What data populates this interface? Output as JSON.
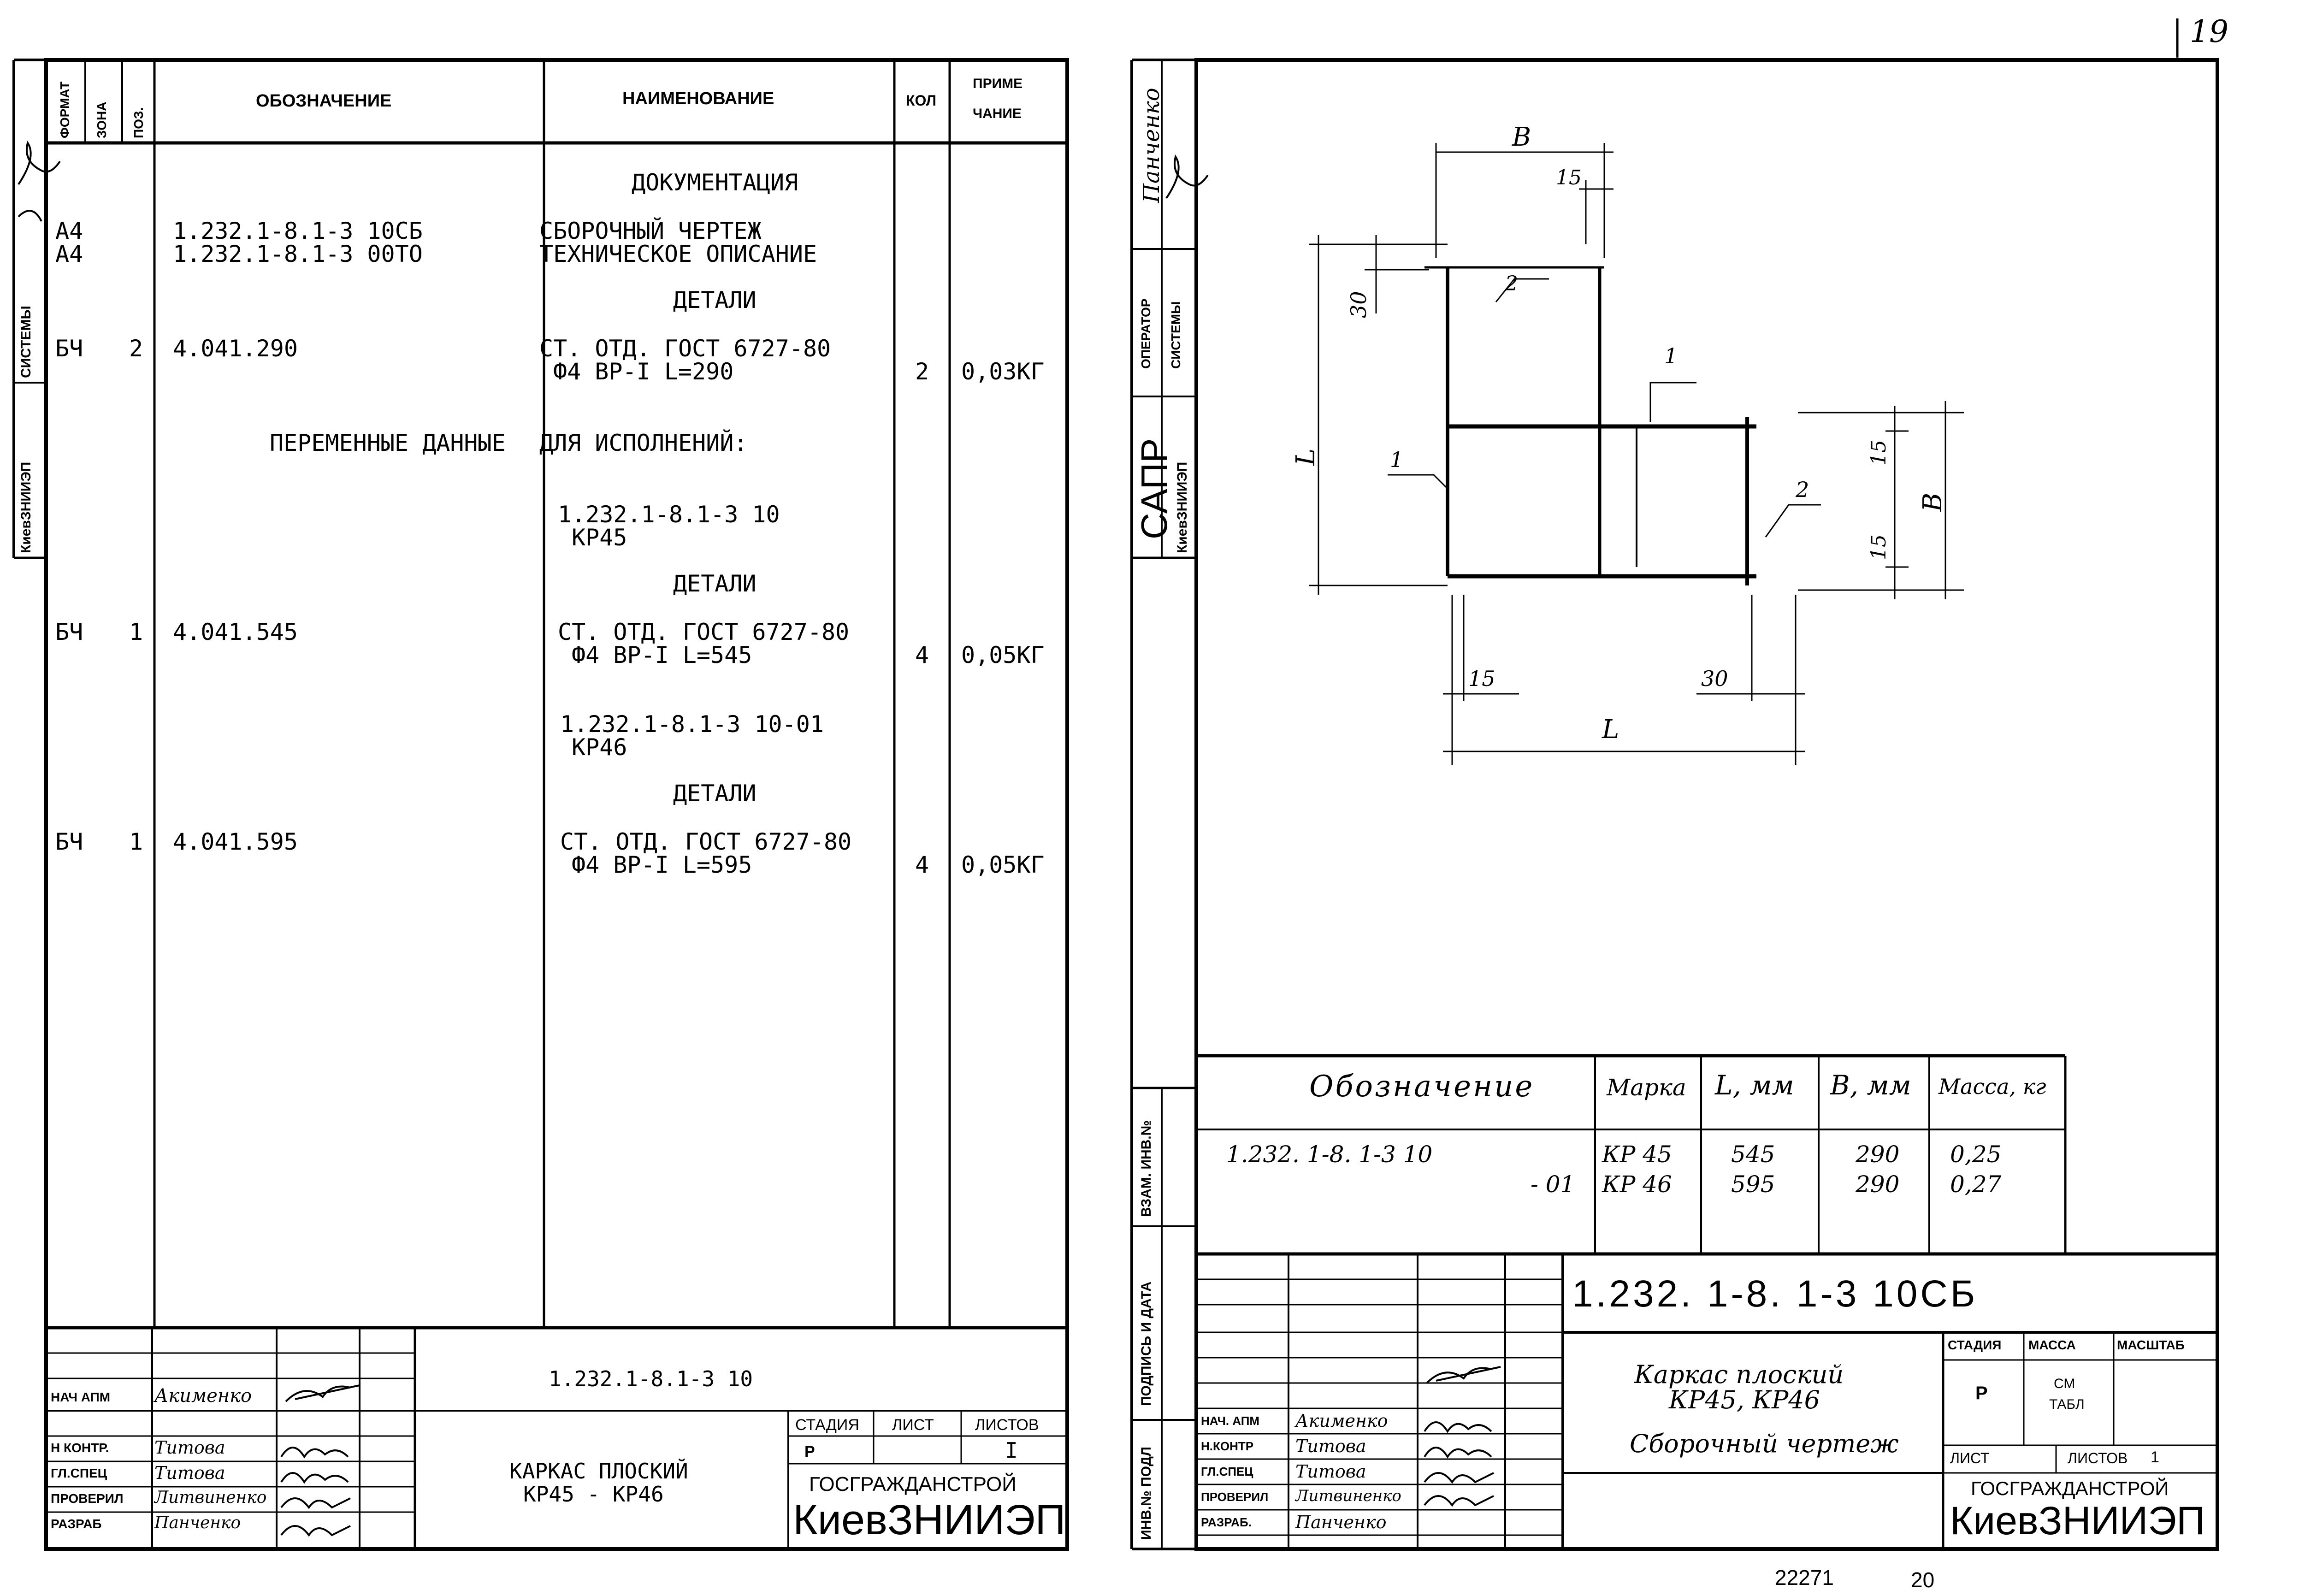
{
  "page_number_top": "19",
  "left_sheet": {
    "side_labels": {
      "system": "СИСТЕМЫ",
      "org": "КиевЗНИИЭП"
    },
    "headers": {
      "format": "ФОРМАТ",
      "zone": "ЗОНА",
      "pos": "ПОЗ.",
      "designation": "ОБОЗНАЧЕНИЕ",
      "name": "НАИМЕНОВАНИЕ",
      "qty": "КОЛ",
      "note_1": "ПРИМЕ",
      "note_2": "ЧАНИЕ"
    },
    "rows": [
      {
        "name": "ДОКУМЕНТАЦИЯ"
      },
      {
        "format": "А4",
        "designation": "1.232.1-8.1-3 10СБ",
        "name": "СБОРОЧНЫЙ ЧЕРТЕЖ"
      },
      {
        "format": "А4",
        "designation": "1.232.1-8.1-3 00ТО",
        "name": "ТЕХНИЧЕСКОЕ ОПИСАНИЕ"
      },
      {
        "name": "ДЕТАЛИ"
      },
      {
        "format": "БЧ",
        "pos": "2",
        "designation": "4.041.290",
        "name": "СТ. ОТД. ГОСТ 6727-80",
        "name2": "Ф4 ВР-I L=290",
        "qty": "2",
        "note": "0,03КГ"
      },
      {
        "designation": "ПЕРЕМЕННЫЕ ДАННЫЕ",
        "name": "ДЛЯ ИСПОЛНЕНИЙ:"
      },
      {
        "name": "1.232.1-8.1-3 10",
        "name2": "КР45"
      },
      {
        "name": "ДЕТАЛИ"
      },
      {
        "format": "БЧ",
        "pos": "1",
        "designation": "4.041.545",
        "name": "СТ. ОТД. ГОСТ 6727-80",
        "name2": "Ф4 ВР-I L=545",
        "qty": "4",
        "note": "0,05КГ"
      },
      {
        "name": "1.232.1-8.1-3 10-01",
        "name2": "КР46"
      },
      {
        "name": "ДЕТАЛИ"
      },
      {
        "format": "БЧ",
        "pos": "1",
        "designation": "4.041.595",
        "name": "СТ. ОТД. ГОСТ 6727-80",
        "name2": "Ф4 ВР-I L=595",
        "qty": "4",
        "note": "0,05КГ"
      }
    ],
    "stamp": {
      "code": "1.232.1-8.1-3 10",
      "title_1": "КАРКАС ПЛОСКИЙ",
      "title_2": "КР45 - КР46",
      "stage_label": "СТАДИЯ",
      "sheet_label": "ЛИСТ",
      "sheets_label": "ЛИСТОВ",
      "stage": "Р",
      "sheets": "I",
      "org_1": "ГОСГРАЖДАНСТРОЙ",
      "org_2": "КиевЗНИИЭП",
      "people": [
        {
          "role": "НАЧ АПМ",
          "name": "Акименко"
        },
        {
          "role": "Н КОНТР.",
          "name": "Титова"
        },
        {
          "role": "ГЛ.СПЕЦ",
          "name": "Титова"
        },
        {
          "role": "ПРОВЕРИЛ",
          "name": "Литвиненко"
        },
        {
          "role": "РАЗРАБ",
          "name": "Панченко"
        }
      ]
    }
  },
  "right_sheet": {
    "side_labels": {
      "person": "Панченко",
      "operator": "ОПЕРАТОР",
      "system": "СИСТЕМЫ",
      "sapr": "САПР",
      "org": "КиевЗНИИЭП",
      "inv_replace": "ВЗАМ. ИНВ.№",
      "sign_date": "ПОДПИСЬ И ДАТА",
      "inv_orig": "ИНВ.№ ПОДЛ"
    },
    "drawing": {
      "dim_b": "В",
      "dim_l": "L",
      "d15": "15",
      "d30": "30",
      "pos1": "1",
      "pos2": "2"
    },
    "table": {
      "headers": {
        "designation": "Обозначение",
        "mark": "Марка",
        "l": "L, мм",
        "b": "В, мм",
        "mass": "Масса, кг"
      },
      "designation_1": "1.232. 1-8. 1-3 10",
      "designation_2": "- 01",
      "rows": [
        {
          "mark": "КР 45",
          "l": "545",
          "b": "290",
          "mass": "0,25"
        },
        {
          "mark": "КР 46",
          "l": "595",
          "b": "290",
          "mass": "0,27"
        }
      ]
    },
    "stamp": {
      "code": "1.232. 1-8. 1-3 10СБ",
      "title_1": "Каркас плоский",
      "title_2": "КР45, КР46",
      "title_3": "Сборочный чертеж",
      "stage_label": "СТАДИЯ",
      "mass_label": "МАССА",
      "scale_label": "МАСШТАБ",
      "stage": "Р",
      "mass_1": "СМ",
      "mass_2": "ТАБЛ",
      "sheet_label": "ЛИСТ",
      "sheets_label": "ЛИСТОВ",
      "sheets": "1",
      "org_1": "ГОСГРАЖДАНСТРОЙ",
      "org_2": "КиевЗНИИЭП",
      "people": [
        {
          "role": "НАЧ. АПМ",
          "name": "Акименко"
        },
        {
          "role": "Н.КОНТР",
          "name": "Титова"
        },
        {
          "role": "ГЛ.СПЕЦ",
          "name": "Титова"
        },
        {
          "role": "ПРОВЕРИЛ",
          "name": "Литвиненко"
        },
        {
          "role": "РАЗРАБ.",
          "name": "Панченко"
        }
      ]
    }
  },
  "footer": {
    "number_1": "22271",
    "number_2": "20"
  }
}
